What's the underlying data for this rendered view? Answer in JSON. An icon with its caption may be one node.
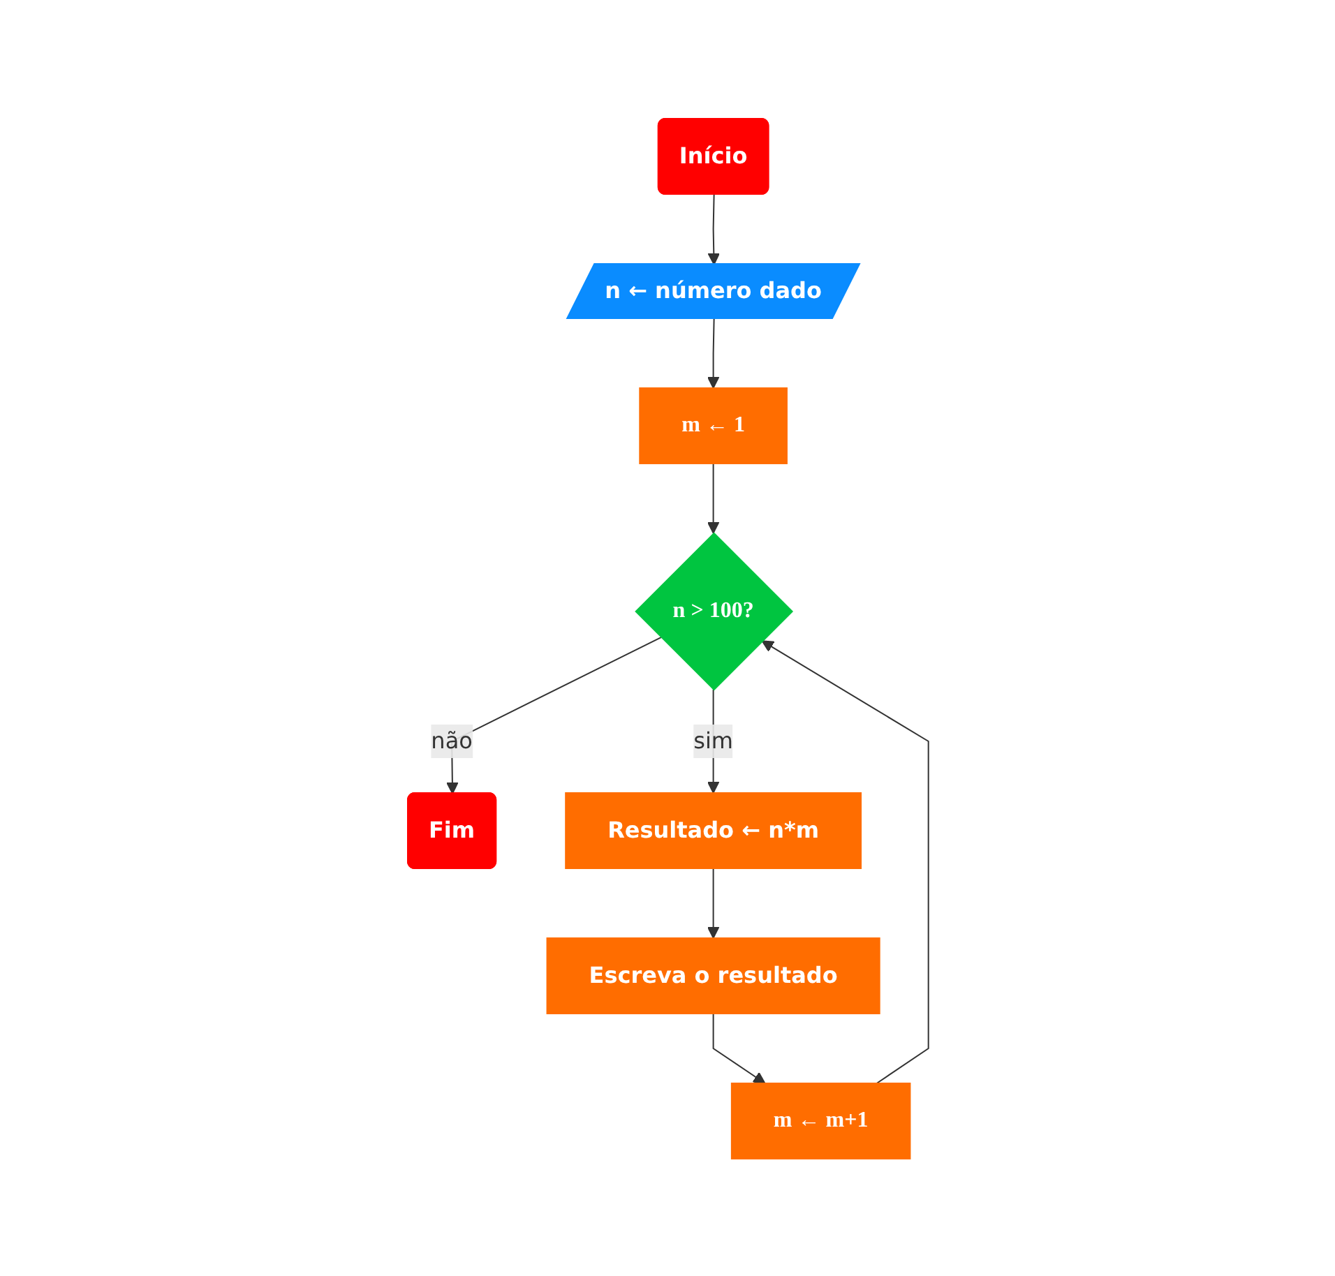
{
  "diagram": {
    "nodes": [
      {
        "text": [
          "Início"
        ]
      },
      {
        "text": [
          "n ← número dado"
        ]
      },
      {
        "text": [
          "m ← 1"
        ]
      },
      {
        "text": [
          "n > 100?"
        ]
      },
      {
        "text": [
          "Fim"
        ]
      },
      {
        "text": [
          "Resultado ← n*m"
        ]
      },
      {
        "text": [
          "Escreva o resultado"
        ]
      },
      {
        "text": [
          "m ← m+1"
        ]
      }
    ],
    "edges": [
      {
        "from": 0,
        "to": 1,
        "arrow": "to"
      },
      {
        "from": 1,
        "to": 2,
        "arrow": "to"
      },
      {
        "from": 2,
        "to": 3,
        "arrow": "to"
      },
      {
        "from": 3,
        "to": 4,
        "arrow": "to",
        "label": "não"
      },
      {
        "from": 3,
        "to": 5,
        "arrow": "to",
        "label": "sim"
      },
      {
        "from": 5,
        "to": 6,
        "arrow": "to"
      },
      {
        "from": 6,
        "to": 7,
        "arrow": "to"
      },
      {
        "from": 7,
        "to": 3,
        "arrow": "to"
      }
    ]
  }
}
